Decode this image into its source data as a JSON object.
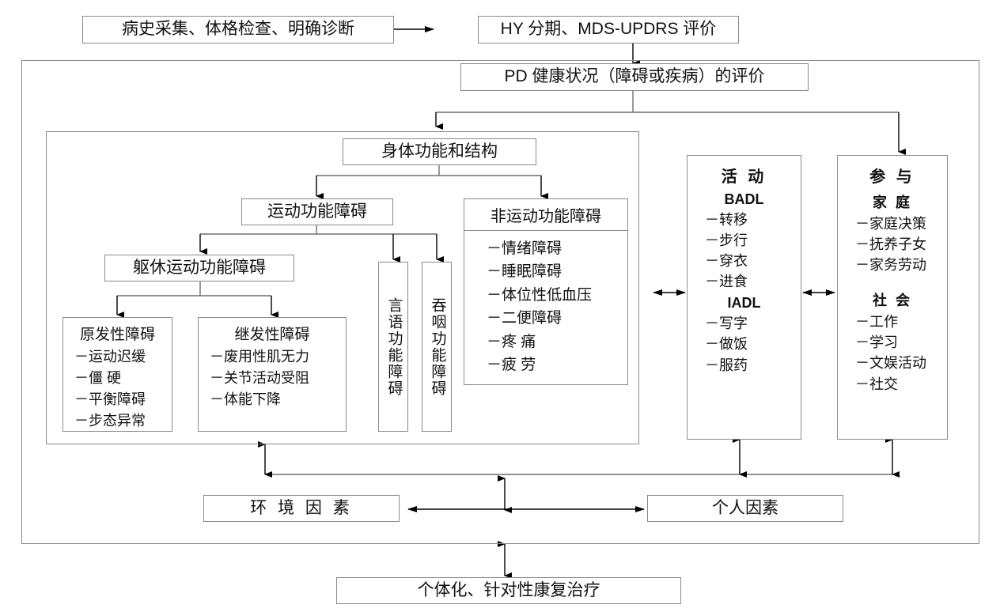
{
  "diagram": {
    "title": "PD ICF 康复评价与治疗流程图",
    "colors": {
      "stroke": "#8a8a8a",
      "arrow": "#000000",
      "background": "#ffffff"
    },
    "top_row": {
      "assessment_box": "病史采集、体格检查、明确诊断",
      "staging_box": "HY 分期、MDS-UPDRS 评价"
    },
    "health_status_box": "PD 健康状况（障碍或疾病）的评价",
    "body_structure": {
      "header": "身体功能和结构",
      "motor": "运动功能障碍",
      "trunk_motor": "躯休运动功能障碍",
      "primary": {
        "title": "原发性障碍",
        "items": [
          "运动迟缓",
          "僵 硬",
          "平衡障碍",
          "步态异常"
        ]
      },
      "secondary": {
        "title": "继发性障碍",
        "items": [
          "废用性肌无力",
          "关节活动受阻",
          "体能下降"
        ]
      },
      "speech": "言语功能障碍",
      "swallow": "吞咽功能障碍",
      "nonmotor": {
        "title": "非运动功能障碍",
        "items": [
          "情绪障碍",
          "睡眠障碍",
          "体位性低血压",
          "二便障碍",
          "疼 痛",
          "疲 劳"
        ]
      }
    },
    "activity": {
      "header": "活 动",
      "groups": [
        {
          "name": "BADL",
          "items": [
            "转移",
            "步行",
            "穿衣",
            "进食"
          ]
        },
        {
          "name": "IADL",
          "items": [
            "写字",
            "做饭",
            "服药"
          ]
        }
      ]
    },
    "participation": {
      "header": "参 与",
      "groups": [
        {
          "name": "家 庭",
          "items": [
            "家庭决策",
            "抚养子女",
            "家务劳动"
          ]
        },
        {
          "name": "社 会",
          "items": [
            "工作",
            "学习",
            "文娱活动",
            "社交"
          ]
        }
      ]
    },
    "context": {
      "environment": "环 境 因 素",
      "personal": "个人因素"
    },
    "treatment_box": "个体化、针对性康复治疗"
  }
}
